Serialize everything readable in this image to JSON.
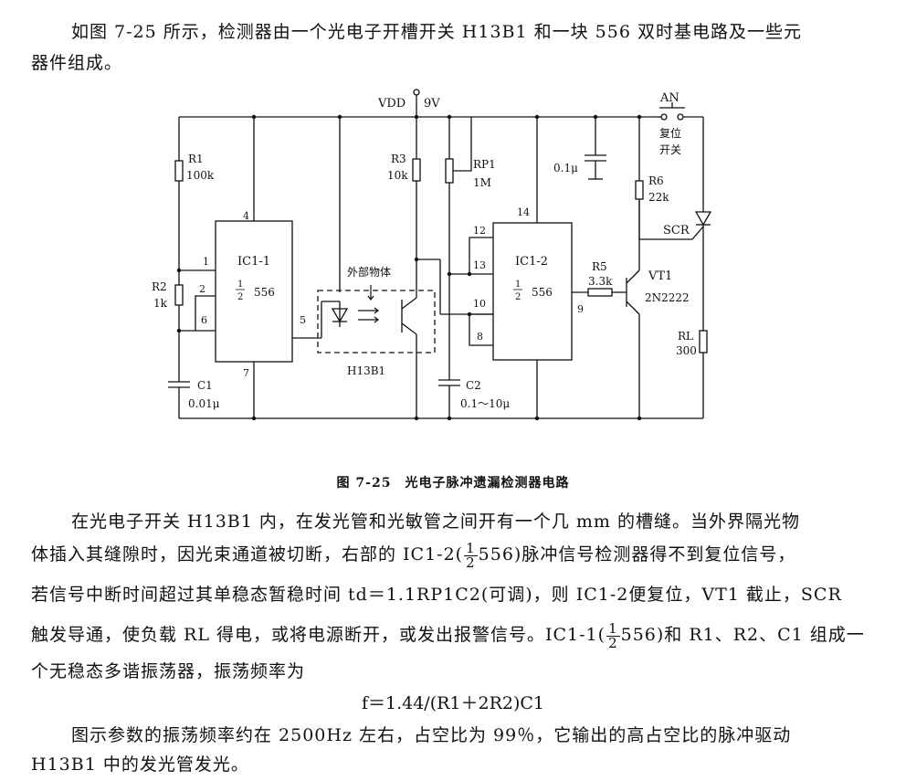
{
  "intro": {
    "line1": "如图 7-25 所示，检测器由一个光电子开槽开关 H13B1 和一块 556 双时基电路及一些元",
    "line2": "器件组成。"
  },
  "circuit": {
    "vdd": "VDD",
    "supply": "9V",
    "an": "AN",
    "reset_label": "复位",
    "switch_label": "开关",
    "r1": "R1",
    "r1_val": "100k",
    "r2": "R2",
    "r2_val": "1k",
    "c1": "C1",
    "c1_val": "0.01μ",
    "r3": "R3",
    "r3_val": "10k",
    "rp1": "RP1",
    "rp1_val": "1M",
    "c_top_val": "0.1μ",
    "c2": "C2",
    "c2_val": "0.1～10μ",
    "r5": "R5",
    "r5_val": "3.3k",
    "r6": "R6",
    "r6_val": "22k",
    "rl": "RL",
    "rl_val": "300",
    "scr": "SCR",
    "vt1": "VT1",
    "vt1_part": "2N2222",
    "ic11": "IC1-1",
    "ic11_frac_num": "1",
    "ic11_frac_den": "2",
    "ic11_chip": "556",
    "ic12": "IC1-2",
    "ic12_frac_num": "1",
    "ic12_frac_den": "2",
    "ic12_chip": "556",
    "external_object": "外部物体",
    "h13b1": "H13B1",
    "pins": {
      "p1": "1",
      "p2": "2",
      "p4": "4",
      "p5": "5",
      "p6": "6",
      "p7": "7",
      "p8": "8",
      "p9": "9",
      "p10": "10",
      "p12": "12",
      "p13": "13",
      "p14": "14"
    }
  },
  "caption": "图 7-25　光电子脉冲遗漏检测器电路",
  "body": {
    "l1": "在光电子开关 H13B1 内，在发光管和光敏管之间开有一个几 mm 的槽缝。当外界隔光物",
    "l2a": "体插入其缝隙时，因光束通道被切断，右部的 IC1-2(",
    "l2b": "556)脉冲信号检测器得不到复位信号，",
    "l3": "若信号中断时间超过其单稳态暂稳时间 td＝1.1RP1C2(可调)，则 IC1-2便复位，VT1 截止，SCR",
    "l4a": "触发导通，使负载 RL 得电，或将电源断开，或发出报警信号。IC1-1(",
    "l4b": "556)和 R1、R2、C1 组成一",
    "l5": "个无稳态多谐振荡器，振荡频率为",
    "frac_num": "1",
    "frac_den": "2",
    "formula": "f＝1.44/(R1＋2R2)C1",
    "l6": "图示参数的振荡频率约在 2500Hz 左右，占空比为 99％，它输出的高占空比的脉冲驱动",
    "l7": "H13B1 中的发光管发光。"
  }
}
